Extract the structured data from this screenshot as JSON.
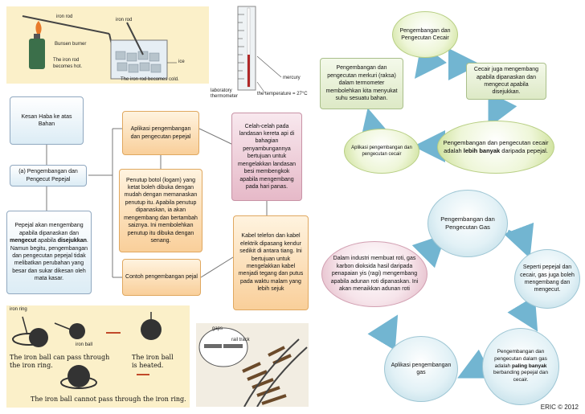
{
  "colors": {
    "arrow": "#5aa9c9",
    "line": "#777777"
  },
  "photo1": {
    "label_rod1": "iron rod",
    "label_rod2": "iron rod",
    "label_bunsen": "Bunsen burner",
    "label_hot1": "The iron rod",
    "label_hot2": "becomes hot.",
    "label_ice": "ice",
    "label_cold": "The iron rod becomes cold."
  },
  "thermo": {
    "label1": "laboratory",
    "label2": "thermometer",
    "label_temp": "the temperature = 27°C",
    "label_mercury": "mercury"
  },
  "photo3": {
    "label_ring": "iron ring",
    "label_ball": "iron ball",
    "text_pass1": "The iron ball can pass through",
    "text_pass2": "the iron ring.",
    "text_heated1": "The iron ball",
    "text_heated2": "is heated.",
    "text_cannot": "The iron ball cannot pass through the iron ring."
  },
  "photo4": {
    "label_gaps": "gaps",
    "label_rail": "rail track"
  },
  "nodes": {
    "root": "Kesan Haba ke atas Bahan",
    "solid_title": "(a) Pengembangan dan Pengecut Pepejal",
    "solid_desc_pre": "Pepejal akan mengembang apabila dipanaskan dan ",
    "solid_desc_b1": "mengecut",
    "solid_desc_mid": " apabila ",
    "solid_desc_b2": "disejukkan",
    "solid_desc_post": ". Namun begitu, pengembangan dan pengecutan pepejal tidak melibatkan perubahan yang besar dan sukar dikesan oleh mata kasar.",
    "app_solid": "Aplikasi pengembangan dan pengecutan pepejal",
    "bottle": "Penutup botol (logam) yang ketat boleh dibuka dengan mudah dengan memanaskan penutup itu. Apabila penutup dipanaskan, ia akan mengembang dan bertambah saiznya. Ini membolehkan penutup itu dibuka dengan senang.",
    "example": "Contoh pengembangan pejal",
    "rail": "Celah-celah pada landasan kereta api di bahagian penyambungannya bertujuan untuk mengelakkan landasan besi membengkok apabila mengembang pada hari panas.",
    "cable": "Kabel telefon dan kabel elektrik dipasang kendur sedikit di antara tiang. Ini bertujuan untuk mengelakkan kabel menjadi tegang dan putus pada waktu malam yang lebih sejuk",
    "liquid_title": "Pengembangan dan Pengecutan Cecair",
    "mercury": "Pengembangan dan pengecutan merkuri (raksa) dalam termometer membolehkan kita menyukat suhu sesuatu bahan.",
    "liquid_desc": "Cecair juga mengembang apabila dipanaskan dan mengecut apabila disejukkan.",
    "liquid_expand_pre": "Pengembangan dan pengecutan cecair adalah ",
    "liquid_expand_b": "lebih banyak",
    "liquid_expand_post": " daripada pepejal.",
    "app_liquid": "Aplikasi pengembangan dan pengecutan cecair",
    "gas_title": "Pengembangan dan Pengecutan Gas",
    "gas_like": "Seperti pepejal dan cecair, gas juga boleh mengembang dan mengecut.",
    "bread": "Dalam industri membuat roti, gas karbon dioksida hasil daripada penapaian yis (ragi) mengembang apabila adunan roti dipanaskan. Ini akan menaikkan adunan roti",
    "app_gas": "Aplikasi pengembangan gas",
    "gas_most_pre": "Pengembangan dan pengecutan dalam gas adalah ",
    "gas_most_b": "paling banyak",
    "gas_most_post": " berbanding pepejal dan cecair."
  },
  "footer": "ERIC © 2012"
}
